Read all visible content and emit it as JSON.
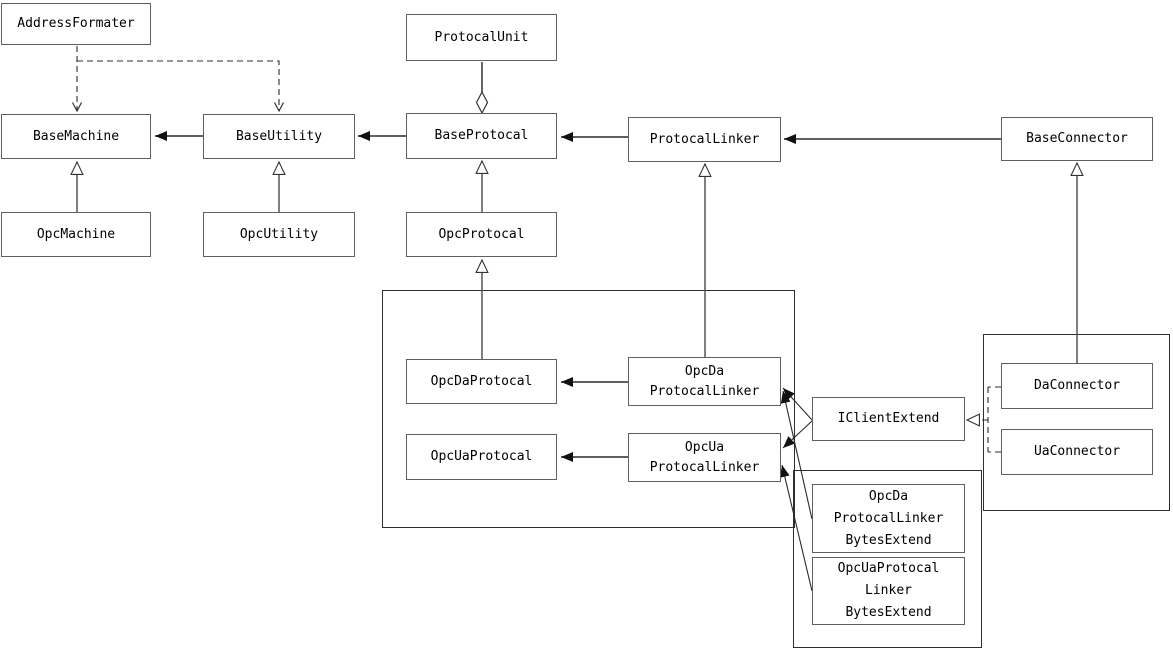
{
  "diagram": {
    "kind": "uml-class-diagram",
    "colors": {
      "background": "#ffffff",
      "box_border": "#606060",
      "group_border": "#2e2e2e",
      "line": "#4a4a4a",
      "text": "#000000"
    },
    "nodes": {
      "address_formater": {
        "label": "AddressFormater"
      },
      "protocal_unit": {
        "label": "ProtocalUnit"
      },
      "base_machine": {
        "label": "BaseMachine"
      },
      "base_utility": {
        "label": "BaseUtility"
      },
      "base_protocal": {
        "label": "BaseProtocal"
      },
      "protocal_linker": {
        "label": "ProtocalLinker"
      },
      "base_connector": {
        "label": "BaseConnector"
      },
      "opc_machine": {
        "label": "OpcMachine"
      },
      "opc_utility": {
        "label": "OpcUtility"
      },
      "opc_protocal": {
        "label": "OpcProtocal"
      },
      "opc_da_protocal": {
        "label": "OpcDaProtocal"
      },
      "opc_da_protocal_linker": {
        "line1": "OpcDa",
        "line2": "ProtocalLinker"
      },
      "opc_ua_protocal": {
        "label": "OpcUaProtocal"
      },
      "opc_ua_protocal_linker": {
        "line1": "OpcUa",
        "line2": "ProtocalLinker"
      },
      "i_client_extend": {
        "label": "IClientExtend"
      },
      "da_connector": {
        "label": "DaConnector"
      },
      "ua_connector": {
        "label": "UaConnector"
      },
      "opc_da_protocal_linker_bytes_extend": {
        "line1": "OpcDa",
        "line2": "ProtocalLinker",
        "line3": "BytesExtend"
      },
      "opc_ua_protocal_linker_bytes_extend": {
        "line1": "OpcUaProtocal",
        "line2": "Linker",
        "line3": "BytesExtend"
      }
    },
    "edges": [
      {
        "from": "AddressFormater",
        "to": "BaseMachine",
        "type": "dashed-dependency"
      },
      {
        "from": "AddressFormater",
        "to": "BaseUtility",
        "type": "dashed-dependency"
      },
      {
        "from": "BaseUtility",
        "to": "BaseMachine",
        "type": "association-filled-arrow"
      },
      {
        "from": "BaseProtocal",
        "to": "BaseUtility",
        "type": "association-filled-arrow"
      },
      {
        "from": "ProtocalLinker",
        "to": "BaseProtocal",
        "type": "association-filled-arrow"
      },
      {
        "from": "BaseConnector",
        "to": "ProtocalLinker",
        "type": "association-filled-arrow"
      },
      {
        "from": "ProtocalUnit",
        "to": "BaseProtocal",
        "type": "aggregation-hollow-diamond"
      },
      {
        "from": "OpcMachine",
        "to": "BaseMachine",
        "type": "inheritance"
      },
      {
        "from": "OpcUtility",
        "to": "BaseUtility",
        "type": "inheritance"
      },
      {
        "from": "OpcProtocal",
        "to": "BaseProtocal",
        "type": "inheritance"
      },
      {
        "from": "OpcDaProtocal",
        "to": "OpcProtocal",
        "type": "inheritance"
      },
      {
        "from": "OpcDaProtocalLinker",
        "to": "ProtocalLinker",
        "type": "inheritance"
      },
      {
        "from": "DaConnector",
        "to": "BaseConnector",
        "type": "inheritance"
      },
      {
        "from": "OpcDaProtocalLinker",
        "to": "OpcDaProtocal",
        "type": "association-filled-arrow"
      },
      {
        "from": "OpcUaProtocalLinker",
        "to": "OpcUaProtocal",
        "type": "association-filled-arrow"
      },
      {
        "from": "IClientExtend",
        "to": "OpcDaProtocalLinker",
        "type": "association-filled-arrow"
      },
      {
        "from": "IClientExtend",
        "to": "OpcUaProtocalLinker",
        "type": "association-filled-arrow"
      },
      {
        "from": "OpcDaProtocalLinkerBytesExtend",
        "to": "OpcDaProtocalLinker",
        "type": "association-filled-arrow"
      },
      {
        "from": "OpcUaProtocalLinkerBytesExtend",
        "to": "OpcUaProtocalLinker",
        "type": "association-filled-arrow"
      },
      {
        "from": "DaConnector",
        "to": "IClientExtend",
        "type": "dashed-realization"
      },
      {
        "from": "UaConnector",
        "to": "IClientExtend",
        "type": "dashed-realization"
      }
    ]
  }
}
